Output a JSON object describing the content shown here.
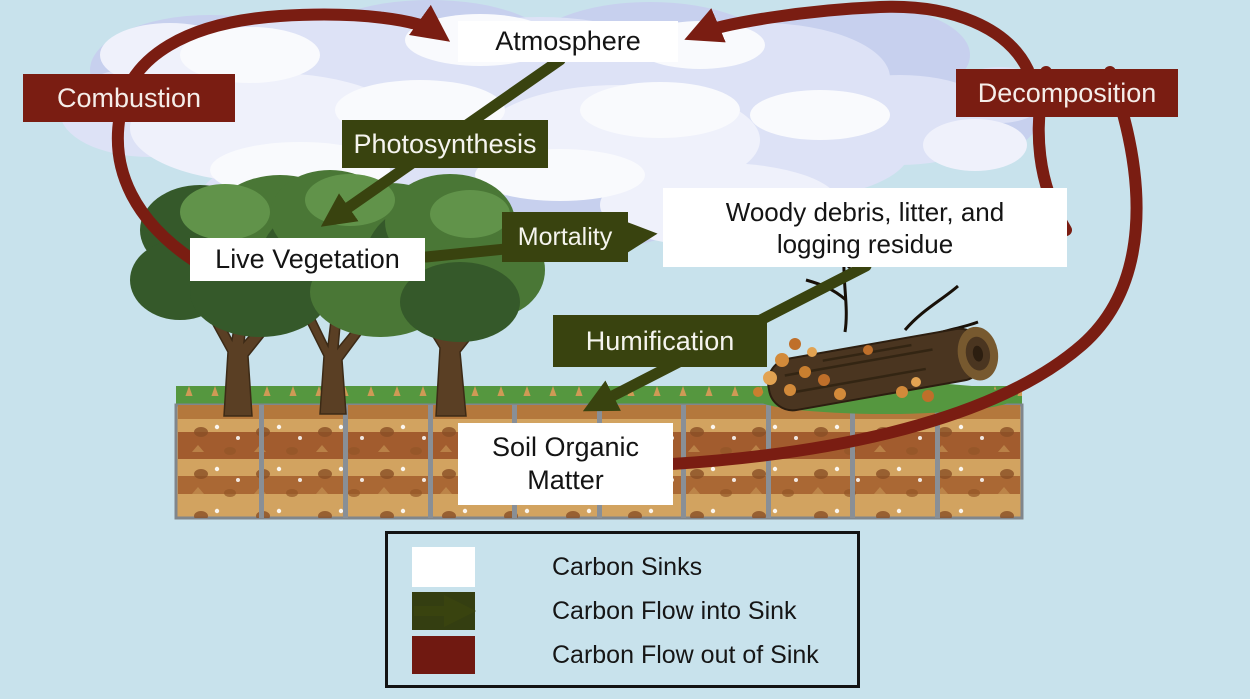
{
  "background_color": "#c8e2ec",
  "colors": {
    "carbon_sink_fill": "#ffffff",
    "flow_into_sink": "#39430f",
    "flow_out_of_sink": "#7a1d12",
    "legend_border": "#131313"
  },
  "nodes": {
    "atmosphere": "Atmosphere",
    "live_vegetation": "Live Vegetation",
    "woody_debris": "Woody debris, litter, and logging residue",
    "soil_organic_matter": "Soil Organic Matter"
  },
  "processes": {
    "photosynthesis": "Photosynthesis",
    "mortality": "Mortality",
    "humification": "Humification",
    "combustion": "Combustion",
    "decomposition": "Decomposition"
  },
  "legend": {
    "items": [
      {
        "key": "carbon-sinks",
        "label": "Carbon Sinks"
      },
      {
        "key": "flow-into-sink",
        "label": "Carbon Flow into Sink"
      },
      {
        "key": "flow-out-of-sink",
        "label": "Carbon Flow out of Sink"
      }
    ]
  }
}
